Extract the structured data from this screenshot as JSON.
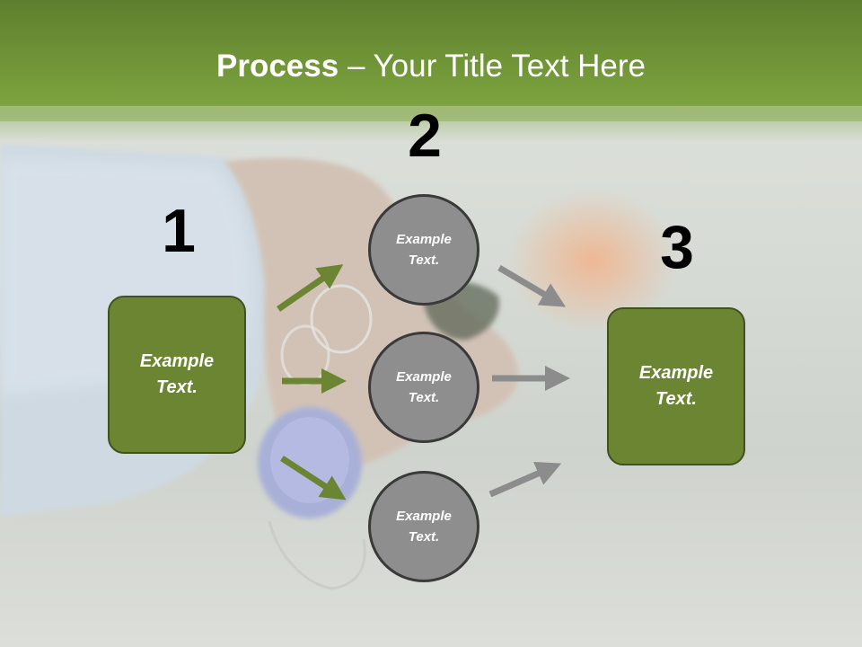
{
  "title": {
    "bold": "Process",
    "rest": " – Your Title Text Here"
  },
  "steps": {
    "one": {
      "number": "1",
      "label": "Example Text."
    },
    "two": {
      "number": "2"
    },
    "three": {
      "number": "3",
      "label": "Example Text."
    }
  },
  "circles": [
    {
      "label": "Example Text."
    },
    {
      "label": "Example Text."
    },
    {
      "label": "Example Text."
    }
  ],
  "colors": {
    "header": "#6e9236",
    "box": "#6b8533",
    "circle": "#8e8e8e",
    "arrow_green": "#6b8533",
    "arrow_gray": "#8c8c8c"
  }
}
